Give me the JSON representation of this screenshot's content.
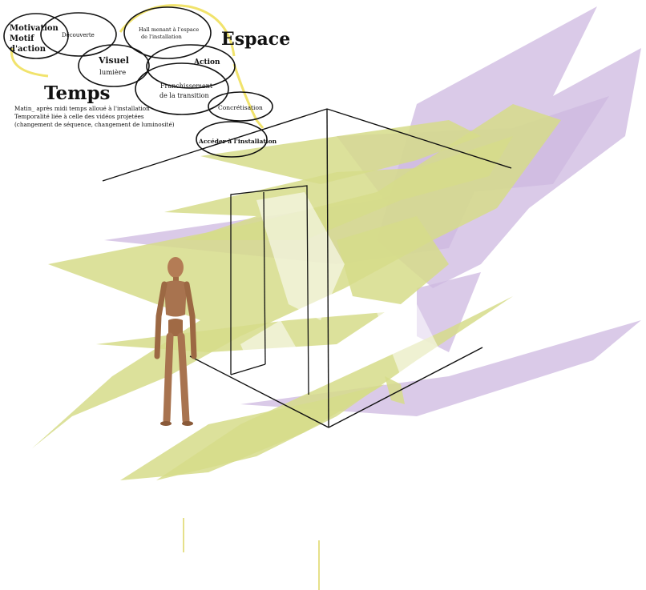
{
  "diagram": {
    "nodes": {
      "motivation": [
        "Motivation",
        "Motif",
        "d'action"
      ],
      "decouverte": "Découverte",
      "visuel": "Visuel",
      "lumiere": "lumière",
      "hall": [
        "Hall menant à l'espace",
        "de l'installation"
      ],
      "action": "Action",
      "franchissement": [
        "Franchissement",
        "de la transition"
      ],
      "concretisation": "Concrétisation",
      "acceder": "Accéder à l'installation"
    },
    "espace_title": "Espace",
    "temps_title": "Temps",
    "temps_notes": [
      "Matin_ après midi temps alloué à l'installation",
      "Temporalité liée à celle des vidéos projetées",
      "(changement de séquence, changement de luminosité)"
    ]
  },
  "colors": {
    "lime_plane": "#d6dc8a",
    "lilac_plane": "#cdb8e0",
    "arrow_yellow": "#f1e36c",
    "line": "#111111",
    "figure_wood": "#a8734f"
  }
}
